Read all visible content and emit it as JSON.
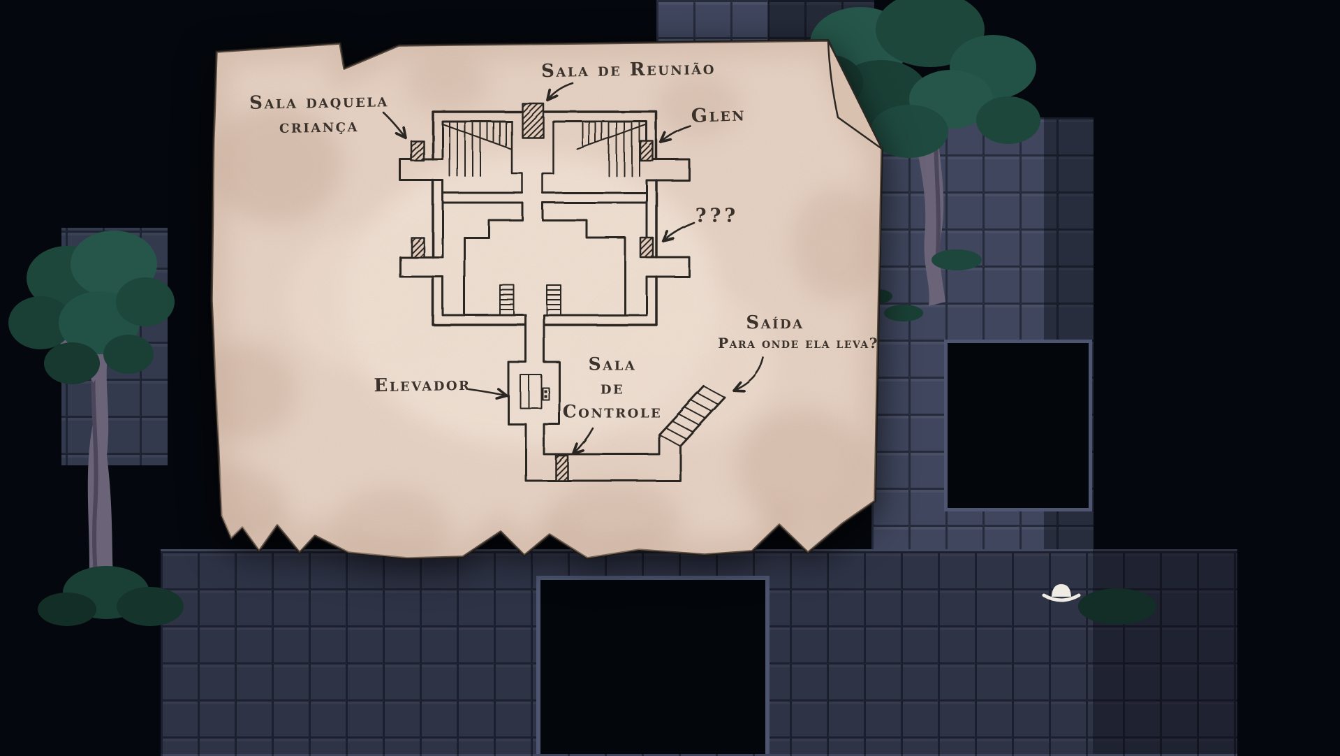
{
  "labels": {
    "meeting_room": "Sala de Reunião",
    "kids_room_line1": "Sala daquela",
    "kids_room_line2": "criança",
    "glen": "Glen",
    "unknown": "???",
    "exit": "Saída",
    "exit_question": "Para onde ela leva?",
    "elevator": "Elevador",
    "control_line1": "Sala",
    "control_line2": "de",
    "control_line3": "Controle"
  },
  "icons": {
    "hat": "hat-icon"
  },
  "colors": {
    "background": "#04070d",
    "parchment": "#e6d2c4",
    "ink": "#2b2723",
    "tile_face": "#3f465d",
    "tile_grout": "#262b3c",
    "foliage": "#225145",
    "trunk": "#6b6478"
  }
}
